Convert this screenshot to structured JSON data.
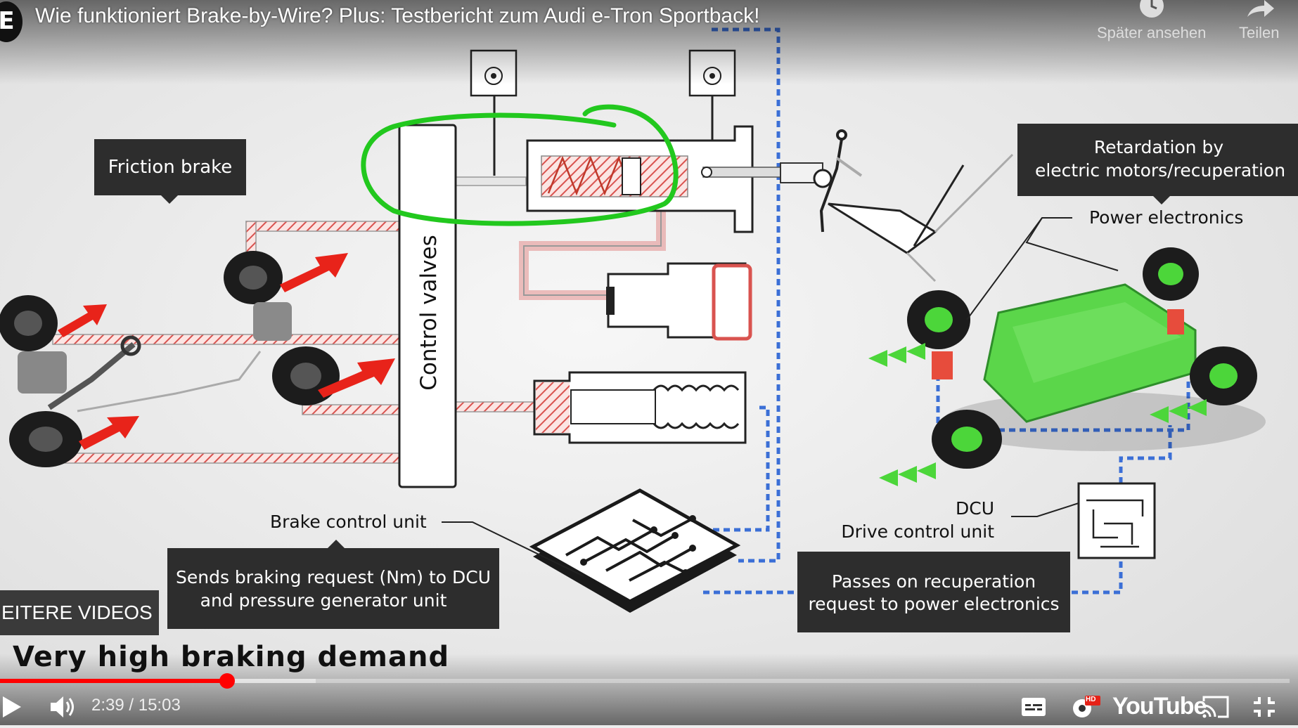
{
  "player": {
    "title": "Wie funktioniert Brake-by-Wire? Plus: Testbericht zum Audi e-Tron Sportback!",
    "channel_logo_letter": "E",
    "watch_later_label": "Später ansehen",
    "share_label": "Teilen",
    "more_videos_label": "EITERE VIDEOS",
    "current_time": "2:39",
    "duration": "15:03",
    "time_separator": " / ",
    "played_fraction": 0.176,
    "buffered_fraction": 0.245,
    "brand_label": "YouTube",
    "hd_badge": "HD",
    "accent_color": "#ff0000"
  },
  "caption": {
    "text": "Very high braking demand"
  },
  "diagram": {
    "friction_brake_label": "Friction brake",
    "control_valves_label": "Control valves",
    "retardation_line1": "Retardation by",
    "retardation_line2": "electric motors/recuperation",
    "power_electronics_label": "Power electronics",
    "brake_control_unit_label": "Brake control unit",
    "sends_request_line1": "Sends braking request (Nm) to DCU",
    "sends_request_line2": "and pressure generator unit",
    "dcu_label": "DCU",
    "drive_control_unit_label": "Drive control unit",
    "passes_on_line1": "Passes on recuperation",
    "passes_on_line2": "request to power electronics",
    "annotation_color": "#22c81e",
    "hydraulic_color": "#d9534f",
    "signal_color": "#3b6fd6",
    "regen_color": "#4cd63a"
  }
}
